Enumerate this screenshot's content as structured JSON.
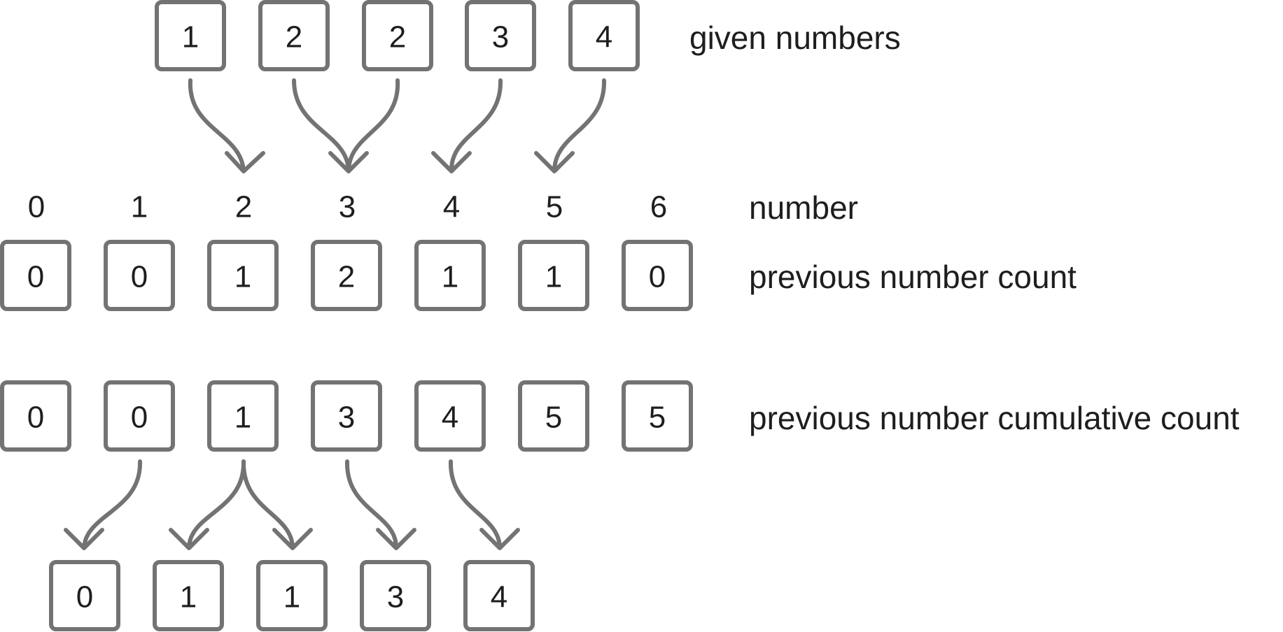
{
  "rows": {
    "given": {
      "label": "given numbers",
      "values": [
        "1",
        "2",
        "2",
        "3",
        "4"
      ]
    },
    "index": {
      "label": "number",
      "values": [
        "0",
        "1",
        "2",
        "3",
        "4",
        "5",
        "6"
      ]
    },
    "count": {
      "label": "previous number count",
      "values": [
        "0",
        "0",
        "1",
        "2",
        "1",
        "1",
        "0"
      ]
    },
    "cumulative": {
      "label": "previous number cumulative count",
      "values": [
        "0",
        "0",
        "1",
        "3",
        "4",
        "5",
        "5"
      ]
    },
    "result": {
      "values": [
        "0",
        "1",
        "1",
        "3",
        "4"
      ]
    }
  },
  "colors": {
    "box_stroke": "#737373",
    "arrow": "#737373",
    "text": "#1e1e1e"
  }
}
